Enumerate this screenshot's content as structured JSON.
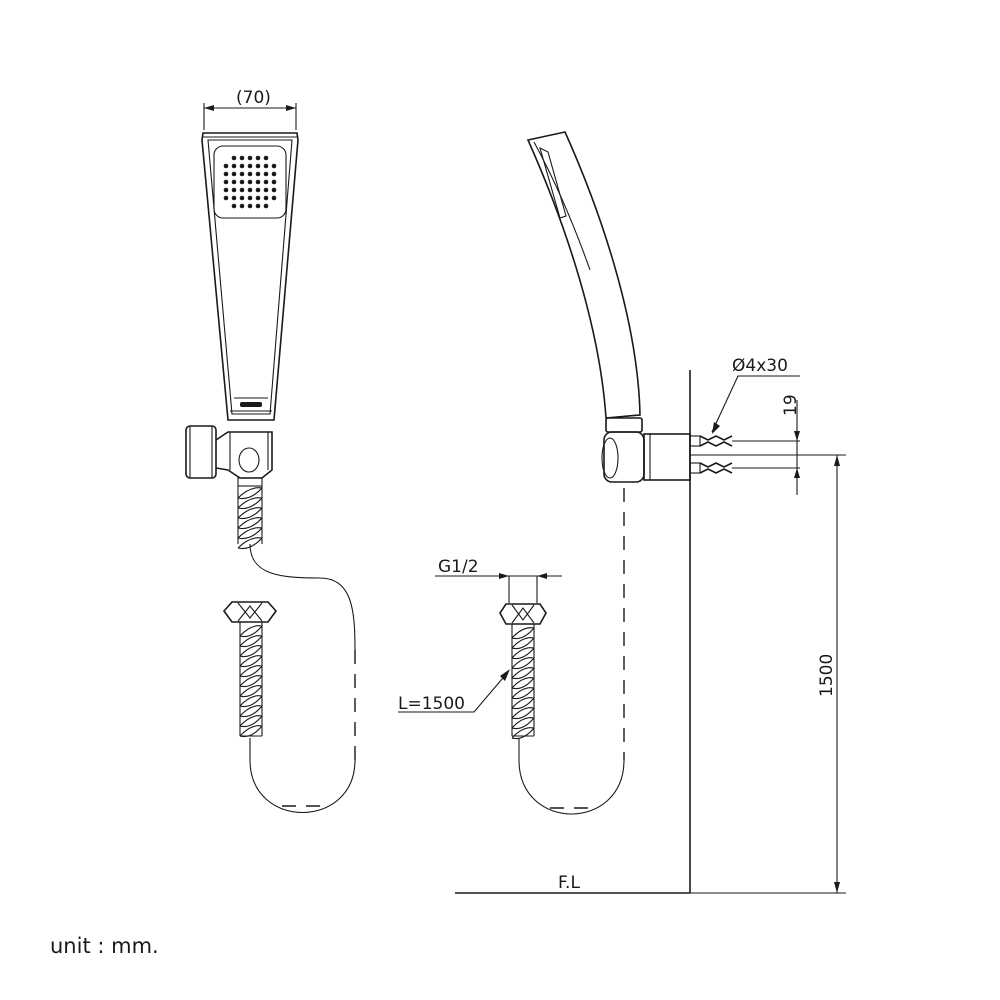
{
  "labels": {
    "head_width": "(70)",
    "screw": "Ø4x30",
    "bracket_spacing": "19",
    "thread": "G1/2",
    "hose_length": "L=1500",
    "mount_height": "1500",
    "floor_level": "F.L",
    "unit": "unit : mm."
  }
}
